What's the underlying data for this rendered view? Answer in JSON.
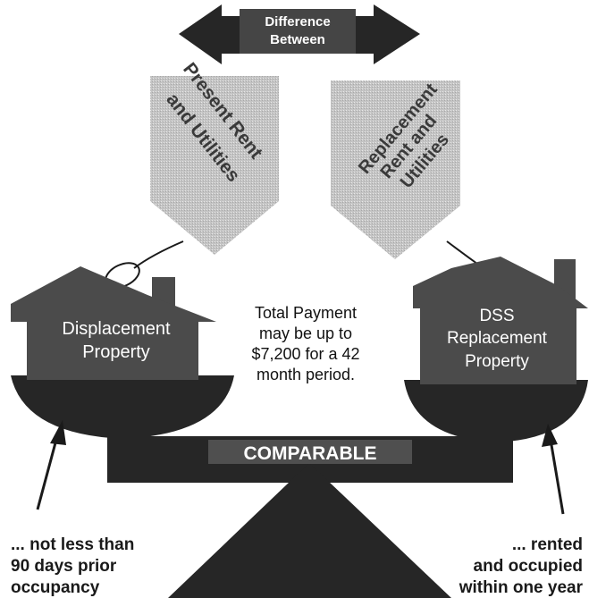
{
  "top_arrow": {
    "line1": "Difference",
    "line2": "Between"
  },
  "left_tag": {
    "line1": "Present Rent",
    "line2": "and Utilities"
  },
  "right_tag": {
    "line1": "Replacement",
    "line2": "Rent and",
    "line3": "Utilities"
  },
  "left_house": {
    "line1": "Displacement",
    "line2": "Property"
  },
  "right_house": {
    "line1": "DSS",
    "line2": "Replacement",
    "line3": "Property"
  },
  "center_note": {
    "line1": "Total Payment",
    "line2": "may be up to",
    "line3": "$7,200 for a 42",
    "line4": "month period."
  },
  "beam_label": "COMPARABLE",
  "left_note": {
    "line1": "... not less than",
    "line2": "90 days prior",
    "line3": "occupancy"
  },
  "right_note": {
    "line1": "... rented",
    "line2": "and occupied",
    "line3": "within one year"
  },
  "colors": {
    "dark": "#262626",
    "house": "#4b4b4b",
    "tag": "#c8c8c8",
    "text_dark": "#1a1a1a",
    "text_light": "#ffffff"
  }
}
